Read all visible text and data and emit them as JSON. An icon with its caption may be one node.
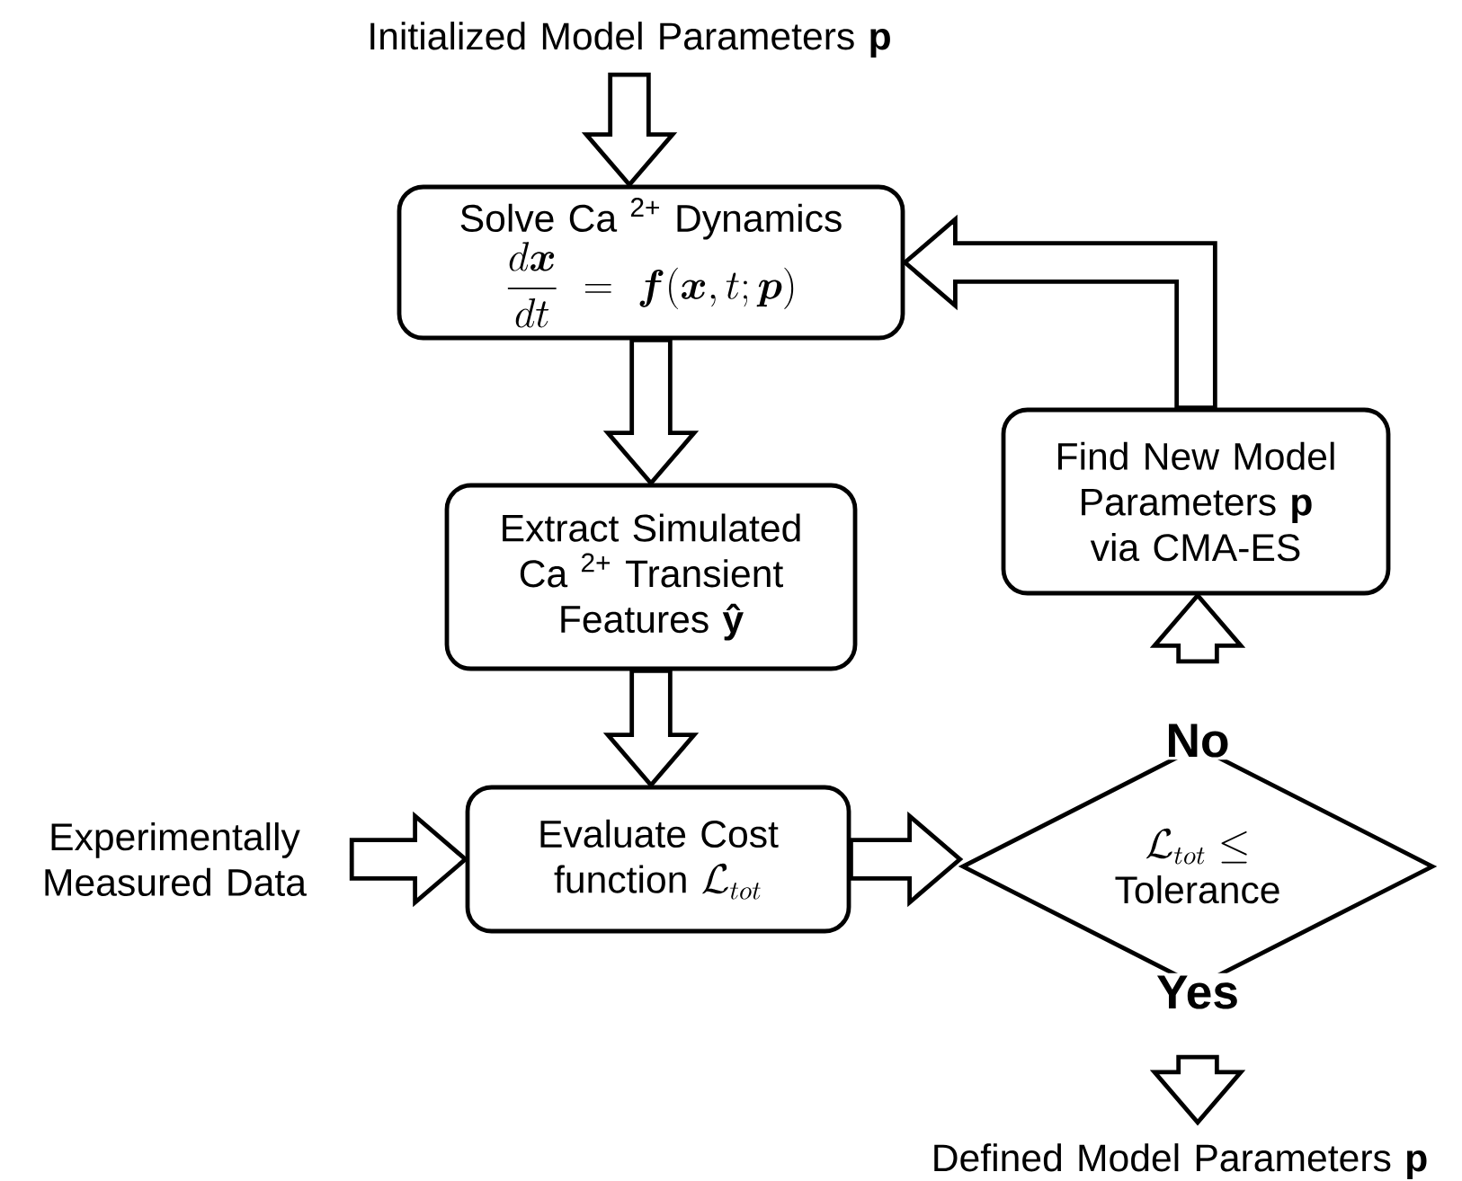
{
  "diagram": {
    "nodes": [
      {
        "text": [
          "Initialized Model Parameters **p**"
        ]
      },
      {
        "text": [
          "Solve Ca $^{2+}$ Dynamics",
          "\\frac{d\\boldsymbol{x}}{dt} = \\boldsymbol{f}(\\boldsymbol{x}, t; \\boldsymbol{p})"
        ]
      },
      {
        "text": [
          "Extract Simulated Ca $^{2+}$ Transient Features **ŷ**"
        ]
      },
      {
        "text": [
          "Find New Model Parameters **p** via CMA-ES"
        ]
      },
      {
        "text": [
          "Experimentally Measured Data"
        ]
      },
      {
        "text": [
          "Evaluate Cost function",
          "\\mathcal{L}_{tot}"
        ]
      },
      {
        "text": [
          "\\mathcal{L}_{tot} \\leq",
          "Tolerance"
        ]
      },
      {
        "text": [
          "Defined Model Parameters **p**"
        ]
      }
    ],
    "edges": [
      {
        "from": 0,
        "to": 1,
        "arrow": "to"
      },
      {
        "from": 1,
        "to": 2,
        "arrow": "to"
      },
      {
        "from": 2,
        "to": 5,
        "arrow": "to"
      },
      {
        "from": 4,
        "to": 5,
        "arrow": "to"
      },
      {
        "from": 5,
        "to": 6,
        "arrow": "to"
      },
      {
        "from": 6,
        "to": 3,
        "arrow": "to",
        "label": "No"
      },
      {
        "from": 3,
        "to": 1,
        "arrow": "to"
      },
      {
        "from": 6,
        "to": 7,
        "arrow": "to",
        "label": "Yes"
      }
    ]
  }
}
